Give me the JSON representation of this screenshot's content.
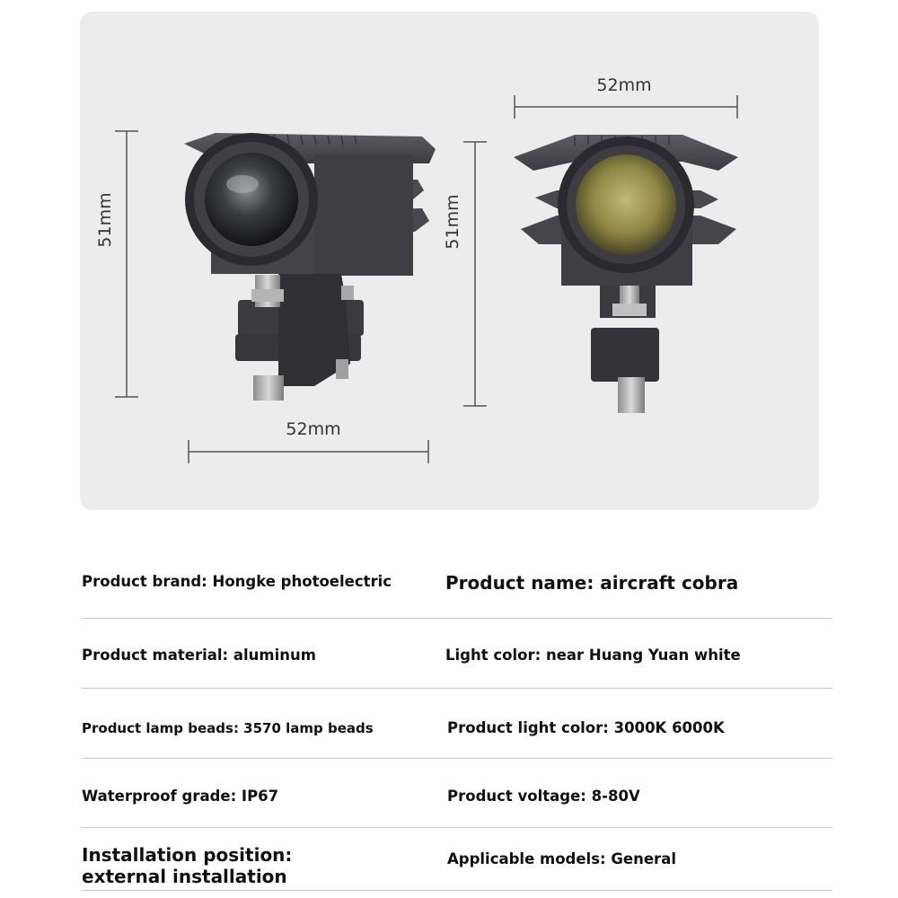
{
  "dimensions": {
    "left_height": "51mm",
    "left_width": "52mm",
    "right_height": "51mm",
    "right_width": "52mm"
  },
  "specs": {
    "brand": "Product brand: Hongke photoelectric",
    "name": "Product name: aircraft cobra",
    "material": "Product material: aluminum",
    "light_color": "Light color: near Huang Yuan white",
    "lamp_beads": "Product lamp beads: 3570 lamp beads",
    "product_light_color": "Product light color: 3000K 6000K",
    "waterproof": "Waterproof grade: IP67",
    "voltage": "Product voltage: 8-80V",
    "installation_line1": "Installation position:",
    "installation_line2": "external installation",
    "models": "Applicable models: General"
  }
}
